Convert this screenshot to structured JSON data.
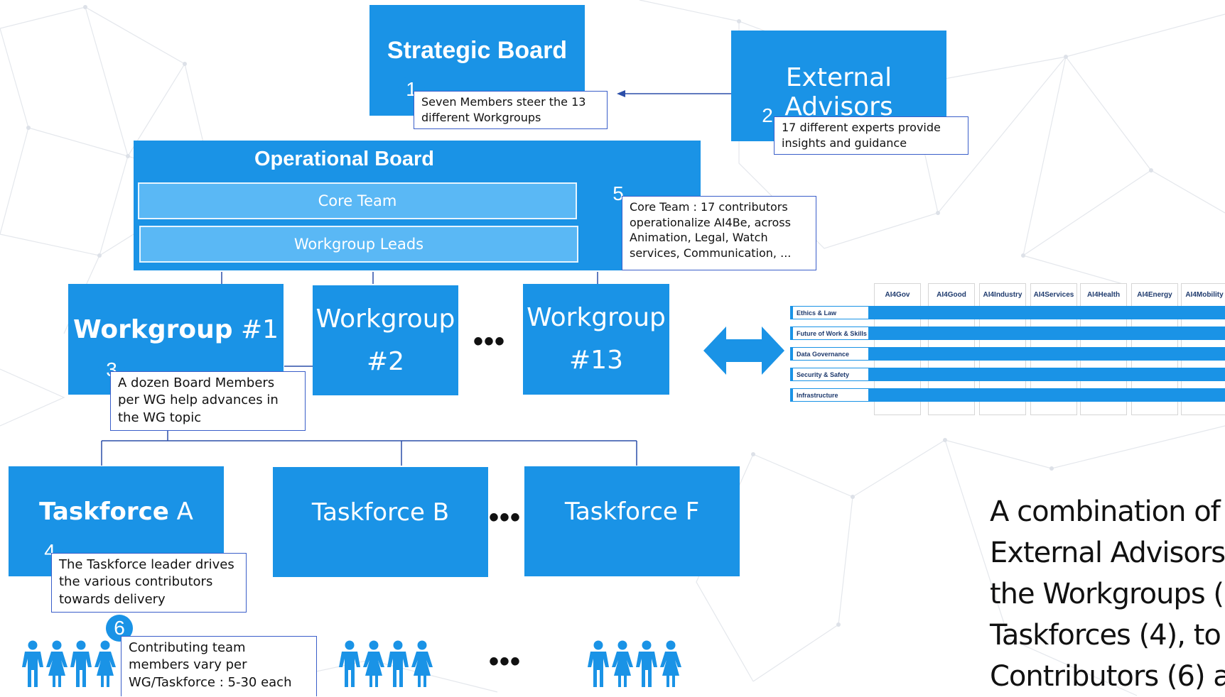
{
  "strategic_board": {
    "title": "Strategic Board",
    "badge": "1",
    "note": "Seven Members steer the 13 different Workgroups"
  },
  "external_advisors": {
    "title": "External Advisors",
    "badge": "2",
    "note": "17 different experts provide insights and guidance"
  },
  "operational_board": {
    "title": "Operational Board",
    "core_team": "Core Team",
    "workgroup_leads": "Workgroup Leads",
    "badge": "5",
    "note": "Core Team : 17 contributors operationalize AI4Be, across Animation, Legal, Watch services, Communication, ..."
  },
  "workgroups": {
    "wg1_bold": "Workgroup",
    "wg1_num": " #1",
    "wg2_line1": "Workgroup",
    "wg2_line2": "#2",
    "wg13_line1": "Workgroup",
    "wg13_line2": "#13",
    "ellipsis": "•••",
    "badge": "3",
    "note": "A dozen Board Members per WG help advances in the WG topic"
  },
  "taskforces": {
    "a_bold": "Taskforce",
    "a_rest": " A",
    "b": "Taskforce B",
    "f": "Taskforce F",
    "ellipsis": "•••",
    "badge": "4",
    "note": "The Taskforce leader drives the various contributors towards delivery"
  },
  "contributors": {
    "badge": "6",
    "note": "Contributing team members vary per WG/Taskforce : 5-30 each",
    "ellipsis": "•••"
  },
  "matrix": {
    "columns": [
      "AI4Gov",
      "AI4Good",
      "AI4Industry",
      "AI4Services",
      "AI4Health",
      "AI4Energy",
      "AI4Mobility"
    ],
    "rows": [
      "Ethics & Law",
      "Future of Work & Skills",
      "Data Governance",
      "Security & Safety",
      "Infrastructure"
    ]
  },
  "summary_lines": [
    "A combination of",
    "External Advisors",
    "the Workgroups (",
    "Taskforces (4), to",
    "Contributors (6) a"
  ],
  "colors": {
    "primary": "#1a93e6",
    "inner": "#5ab8f5",
    "border": "#3a5ec9",
    "arrow": "#1a93e6"
  }
}
